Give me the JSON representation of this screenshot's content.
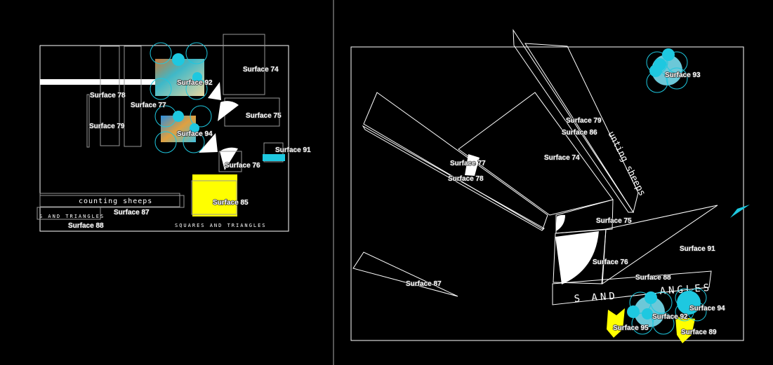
{
  "colors": {
    "accent": "#1ec8e0",
    "yellow": "#ffff00",
    "background": "#000000"
  },
  "input_view": {
    "surfaces": {
      "s74": "Surface 74",
      "s92": "Surface 92",
      "s78": "Surface 78",
      "s77": "Surface 77",
      "s75": "Surface 75",
      "s79": "Surface 79",
      "s94": "Surface 94",
      "s91": "Surface 91",
      "s76": "Surface 76",
      "s85": "Surface 85",
      "s87": "Surface 87",
      "s88": "Surface 88"
    },
    "texts": {
      "counting": "counting sheeps",
      "s_and_t": "S AND TRIANGLES",
      "squares": "SQUARES AND TRIANGLES"
    }
  },
  "output_view": {
    "surfaces": {
      "s93": "Surface 93",
      "s79": "Surface 79",
      "s86": "Surface 86",
      "s74": "Surface 74",
      "s77": "Surface 77",
      "s78": "Surface 78",
      "s75": "Surface 75",
      "s91": "Surface 91",
      "s76": "Surface 76",
      "s87": "Surface 87",
      "s88": "Surface 88",
      "s94": "Surface 94",
      "s92": "Surface 92",
      "s95": "Surface 95",
      "s89": "Surface 89"
    },
    "texts": {
      "counting": "unting sheeps",
      "s_and": "S  AND",
      "angles": "ANGLES"
    }
  }
}
